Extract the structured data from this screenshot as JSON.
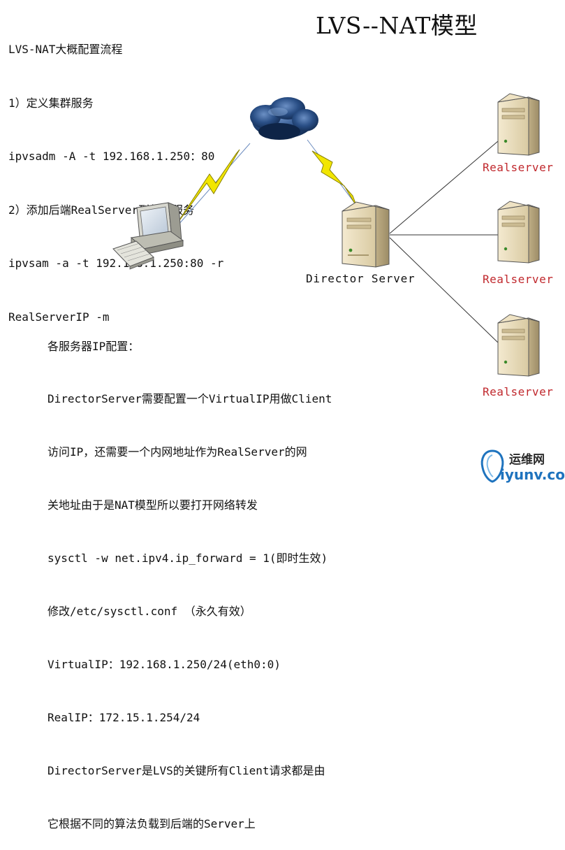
{
  "steps": {
    "lines": [
      "LVS-NAT大概配置流程",
      "1）定义集群服务",
      "ipvsadm -A -t 192.168.1.250：80",
      "2）添加后端RealServer到集群服务",
      "ipvsam -a -t 192.168.1.250:80 -r",
      "RealServerIP -m"
    ]
  },
  "title": "LVS--NAT模型",
  "nodes": {
    "director_label": "Director Server",
    "realserver_labels": [
      "Realserver",
      "Realserver",
      "Realserver"
    ]
  },
  "notes": {
    "lines": [
      "各服务器IP配置：",
      "DirectorServer需要配置一个VirtualIP用做Client",
      "访问IP，还需要一个内网地址作为RealServer的网",
      "关地址由于是NAT模型所以要打开网络转发",
      "sysctl -w net.ipv4.ip_forward = 1(即时生效)",
      "修改/etc/sysctl.conf （永久有效）",
      "VirtualIP：192.168.1.250/24(eth0:0)",
      "RealIP：172.15.1.254/24",
      "DirectorServer是LVS的关键所有Client请求都是由",
      "它根据不同的算法负载到后端的Server上"
    ]
  },
  "watermark": {
    "name": "运维网",
    "domain": "iyunv.com"
  },
  "colors": {
    "realserver_label": "#c0282d",
    "lightning": "#f2e600",
    "cloud": "#1b3d6e",
    "watermark_blue": "#1e73be"
  }
}
